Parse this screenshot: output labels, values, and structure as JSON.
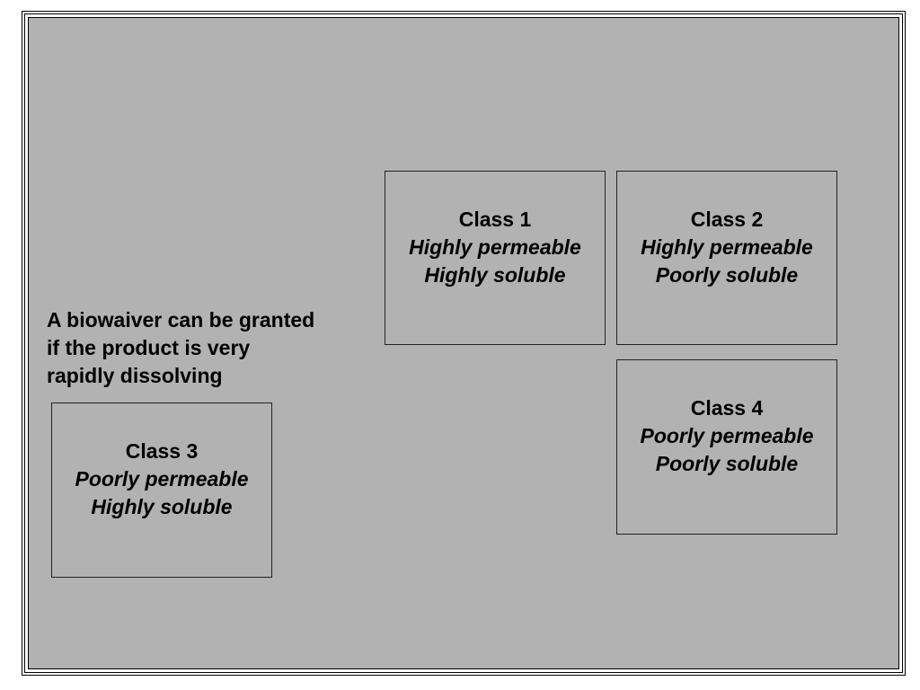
{
  "colors": {
    "background": "#b2b2b2",
    "border": "#000000",
    "text": "#000000"
  },
  "note": {
    "lines": [
      "A biowaiver can be granted",
      "if the product is very",
      "rapidly dissolving"
    ]
  },
  "classes": [
    {
      "title": "Class 1",
      "permeability": "Highly permeable",
      "solubility": "Highly soluble"
    },
    {
      "title": "Class 2",
      "permeability": "Highly permeable",
      "solubility": "Poorly soluble"
    },
    {
      "title": "Class 3",
      "permeability": "Poorly permeable",
      "solubility": "Highly soluble"
    },
    {
      "title": "Class 4",
      "permeability": "Poorly permeable",
      "solubility": "Poorly soluble"
    }
  ]
}
